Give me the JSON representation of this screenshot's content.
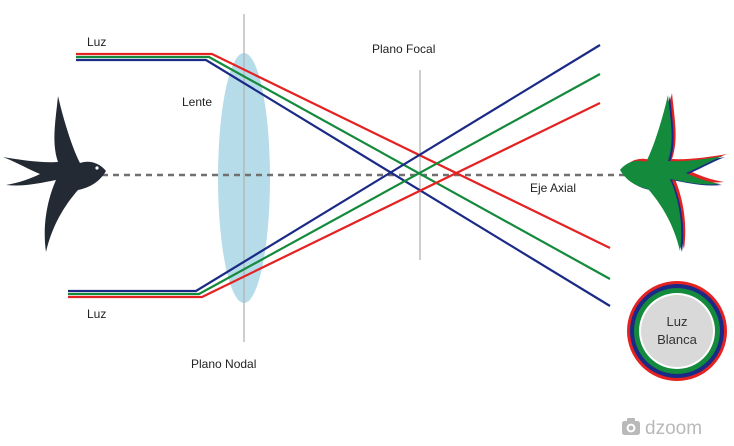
{
  "labels": {
    "luz_top": "Luz",
    "luz_bottom": "Luz",
    "lente": "Lente",
    "plano_focal": "Plano Focal",
    "plano_nodal": "Plano Nodal",
    "eje_axial": "Eje Axial",
    "luz_blanca_line1": "Luz",
    "luz_blanca_line2": "Blanca"
  },
  "watermark": {
    "brand": "dzoom",
    "icon": "camera-icon"
  },
  "colors": {
    "red": "#e52222",
    "green": "#148a3c",
    "blue": "#1a2a86",
    "lens_fill": "#a8d6e4",
    "axis": "#707070",
    "plane_line": "#b4b4b4",
    "bird_dark": "#232a33",
    "circle_core": "#d9d9d9"
  },
  "icons": {
    "source_bird": "swallow-silhouette-icon",
    "image_bird": "swallow-color-fringed-icon"
  }
}
